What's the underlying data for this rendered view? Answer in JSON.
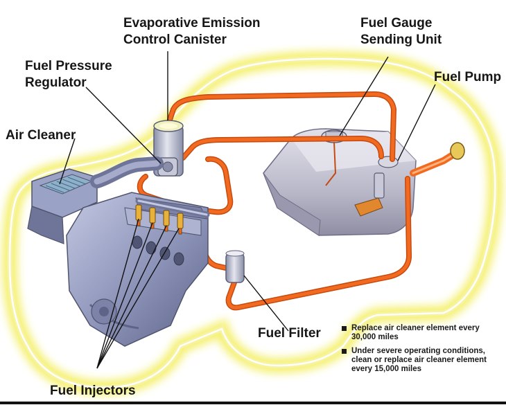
{
  "labels": {
    "evap_canister": [
      "Evaporative Emission",
      "Control Canister"
    ],
    "fuel_gauge": [
      "Fuel Gauge",
      "Sending Unit"
    ],
    "fuel_pressure": [
      "Fuel Pressure",
      "Regulator"
    ],
    "fuel_pump": "Fuel Pump",
    "air_cleaner": "Air Cleaner",
    "fuel_filter": "Fuel Filter",
    "fuel_injectors": "Fuel Injectors"
  },
  "notes": [
    "Replace air cleaner element every 30,000 miles",
    "Under severe operating conditions, clean or replace air cleaner element every 15,000 miles"
  ],
  "colors": {
    "car_glow": "#f4f06a",
    "car_outline": "#ffffff",
    "fuel_line": "#f26a1f",
    "fuel_line_dark": "#c44a10",
    "engine": "#8c93b8",
    "engine_dark": "#5e6488",
    "engine_light": "#c3c8e2",
    "tank": "#c9c8d6",
    "tank_dark": "#8f8ea4",
    "air_cleaner": "#8fb0c8",
    "injector": "#e8b23a"
  }
}
